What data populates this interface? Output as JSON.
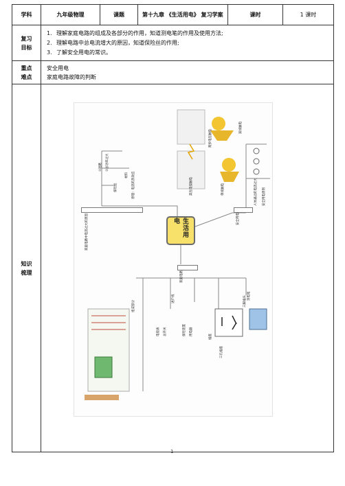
{
  "header": {
    "subject_label": "学科",
    "subject_value": "九年级物理",
    "topic_label": "课题",
    "topic_value": "第十九章 《生活用电》 复习学案",
    "period_label": "课时",
    "period_value": "1 课时"
  },
  "goals": {
    "label": "复习目标",
    "items": [
      {
        "num": "1.",
        "text": "理解家庭电路的组成及各部分的作用，知道测电笔的作用及使用方法;"
      },
      {
        "num": "2.",
        "text": "理解电路中总电流增大的原因，知道保险丝的作用;"
      },
      {
        "num": "3.",
        "text": "了解安全用电的常识。"
      }
    ]
  },
  "key_points": {
    "label": "重点难点",
    "items": [
      "安全用电",
      "家庭电路故障的判断"
    ]
  },
  "knowledge": {
    "label": "知识梳理",
    "mindmap": {
      "center": "生活用电",
      "branch_left": "家庭电路中电流过大的原因",
      "branch_right": "安全用电",
      "branch_bottom": "家庭电路",
      "left_sub": [
        "①短路",
        "②总功率过大",
        "保险丝",
        "材料",
        "原理：电流的热效应"
      ],
      "right_sub": [
        "高压电弧触电",
        "跨步电压触电",
        "单线触电",
        "双线触电",
        "人体通过的电流过大",
        "安全用电原则"
      ],
      "bottom_sub": [
        "组成部分",
        "进户线",
        "电能表",
        "总开关",
        "保险装置",
        "用电器",
        "插座",
        "三孔插座",
        "三脚插头",
        "测电笔"
      ]
    }
  },
  "footer": {
    "page_number": "1"
  }
}
